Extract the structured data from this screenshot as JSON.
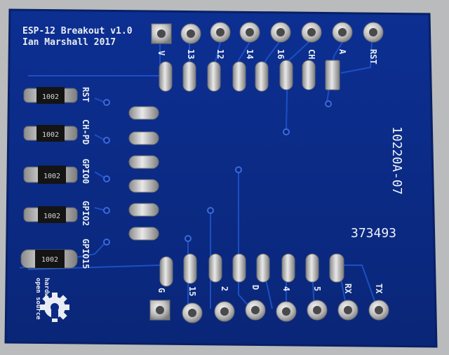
{
  "board": {
    "title_line1": "ESP-12 Breakout v1.0",
    "title_line2": "Ian Marshall 2017",
    "top_pin_labels": [
      "V",
      "13",
      "12",
      "14",
      "16",
      "CH",
      "A",
      "RST"
    ],
    "bottom_pin_labels": [
      "G",
      "15",
      "2",
      "D",
      "4",
      "5",
      "RX",
      "TX"
    ],
    "resistor_labels": [
      "RST",
      "CH-PD",
      "GPIO0",
      "GPIO2",
      "GPIO15"
    ],
    "resistor_marking": "1002",
    "side_code": "10220A-07",
    "serial_number": "373493",
    "oshw_text_line1": "open source",
    "oshw_text_line2": "hardware",
    "board_color": "#0b2a86",
    "background_color": "#b9bbbd"
  }
}
